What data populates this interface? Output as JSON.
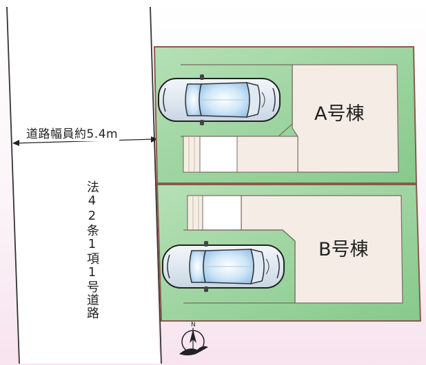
{
  "road": {
    "width_label": "道路幅員約5.4m",
    "type_label": "法42条1項1号道路"
  },
  "units": [
    {
      "label": "A号棟"
    },
    {
      "label": "B号棟"
    }
  ],
  "icons": {
    "compass": "north-arrow-icon",
    "car": "car-icon"
  },
  "colors": {
    "lot_green": "#9fd5a1",
    "building": "#f4ece5",
    "lot_border": "#8a5a4a",
    "road_fill": "#ffffff"
  }
}
